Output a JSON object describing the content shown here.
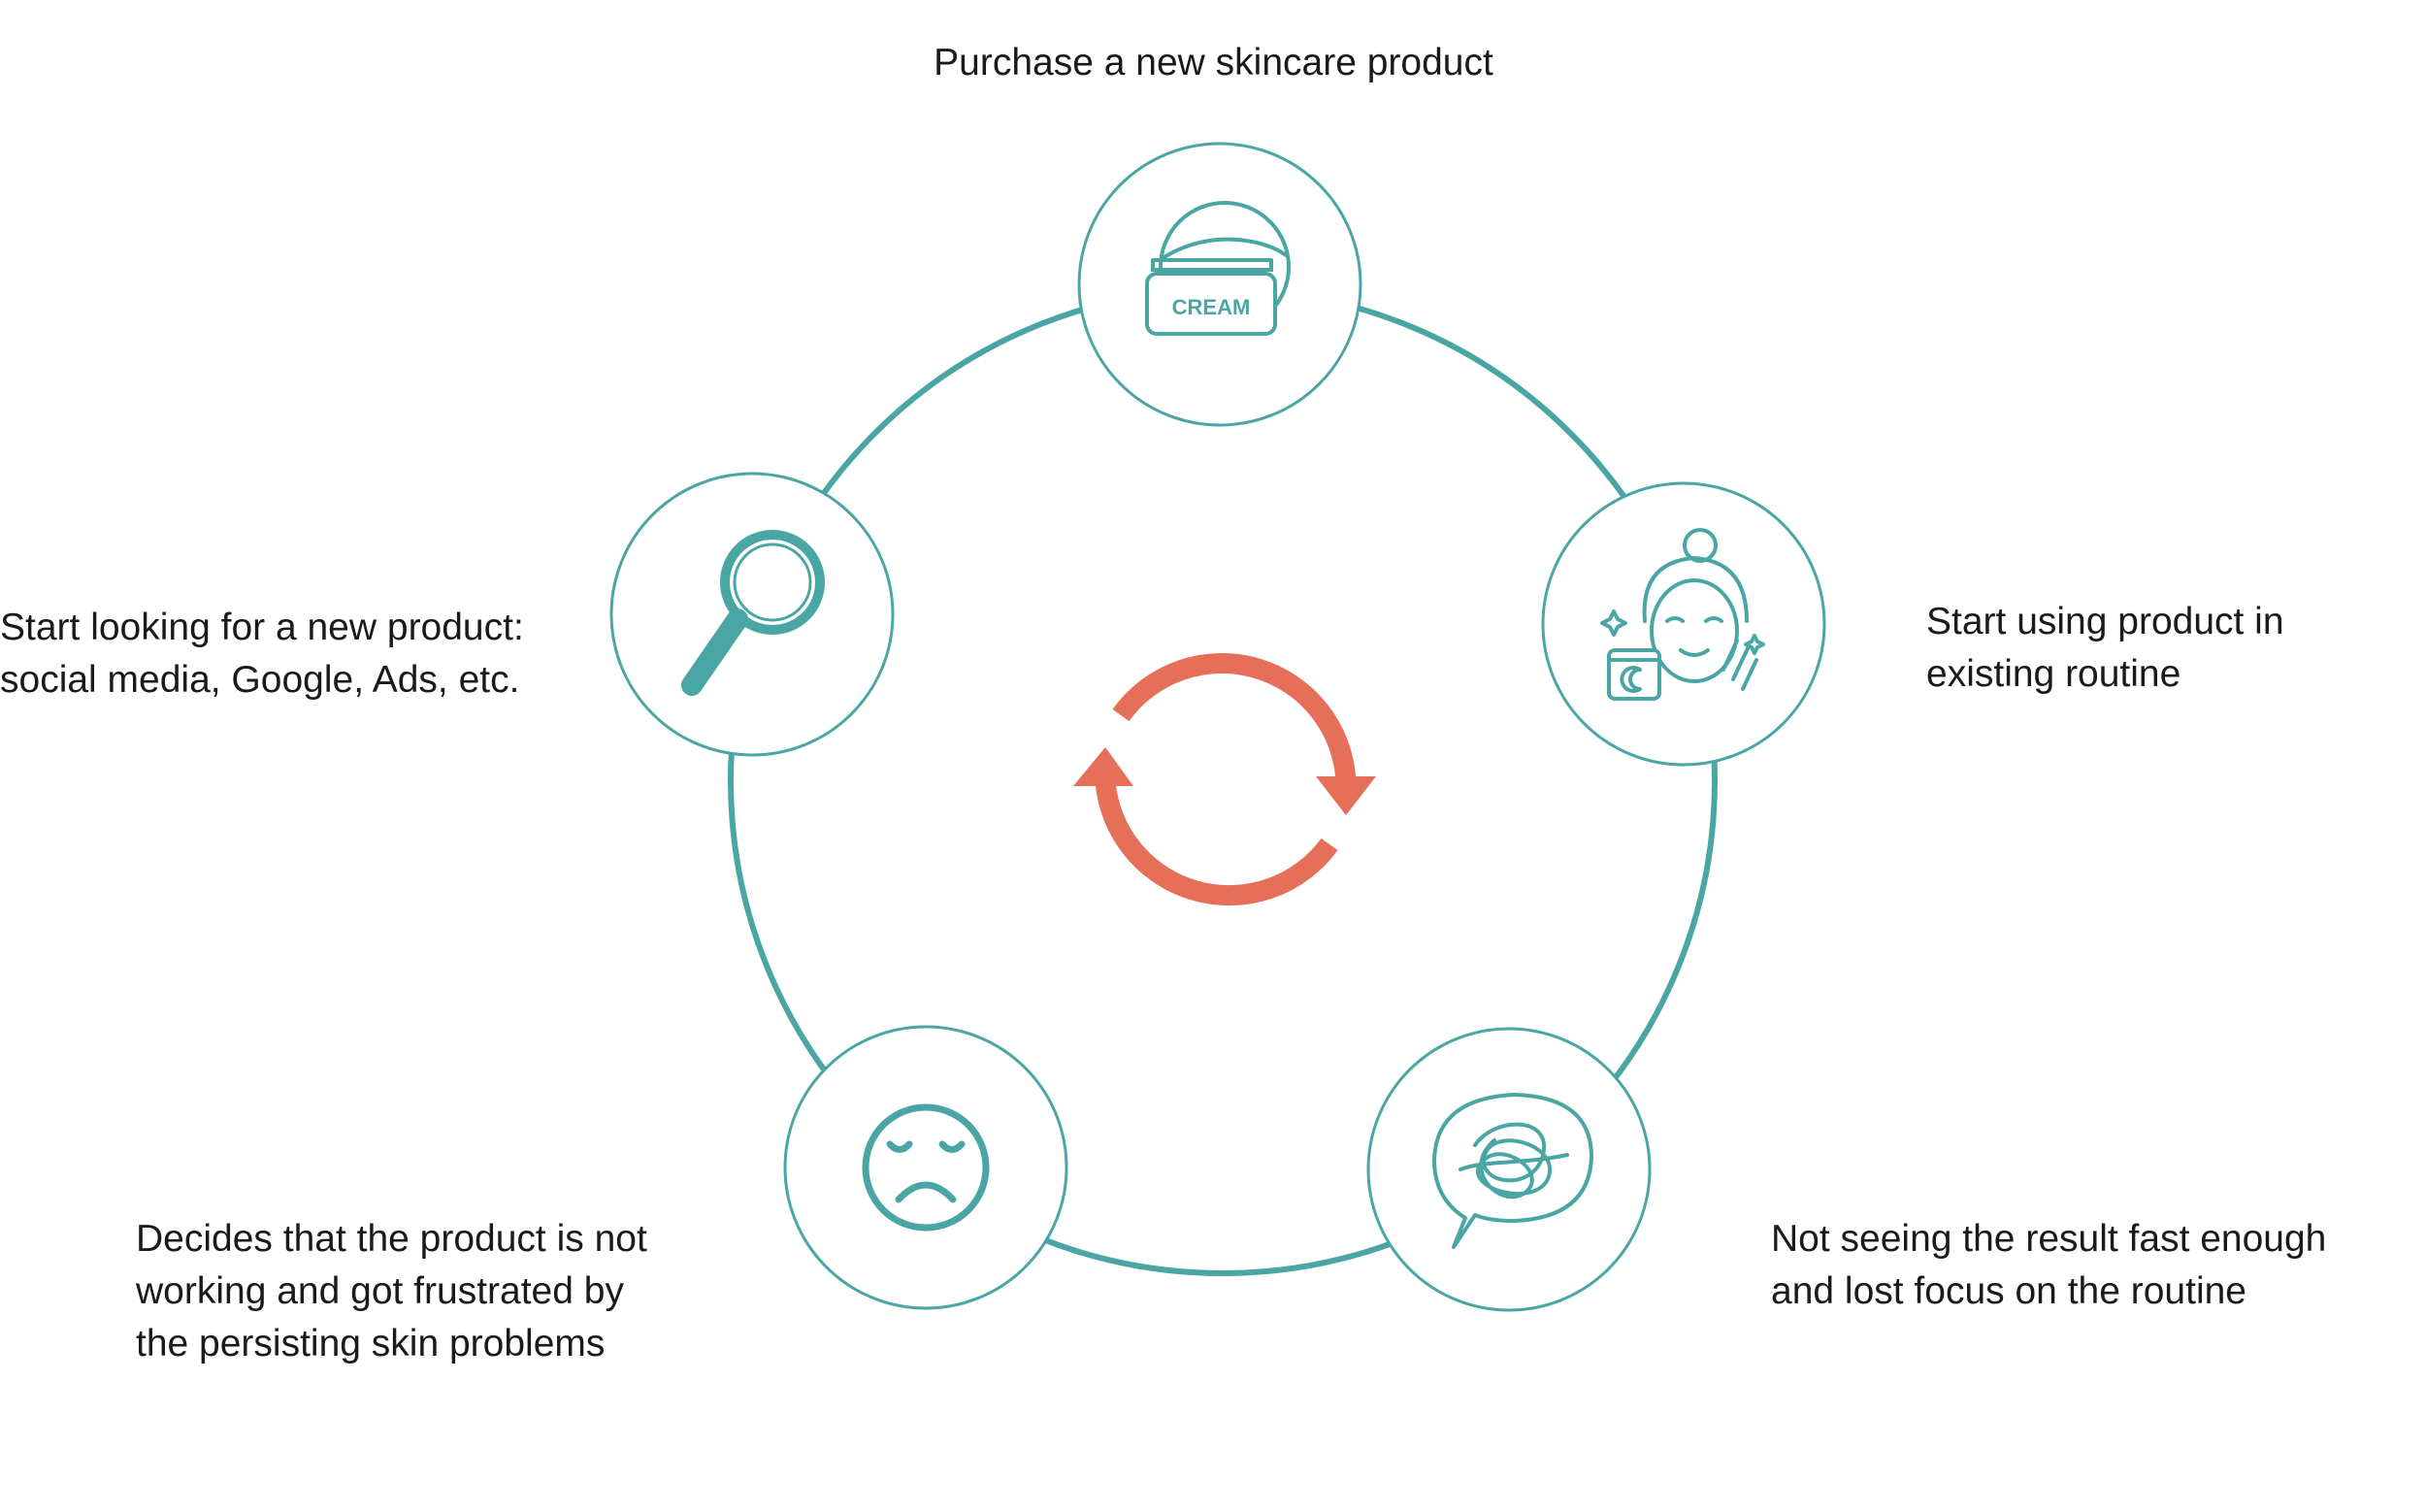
{
  "colors": {
    "teal": "#4aa6a4",
    "coral": "#e66f59",
    "text": "#1a1a1a",
    "background": "#ffffff"
  },
  "center_icon": "refresh-cycle-icon",
  "steps": [
    {
      "id": "purchase",
      "icon": "cream-jar-icon",
      "icon_text": "CREAM",
      "lines": [
        "Purchase a new skincare product"
      ]
    },
    {
      "id": "using",
      "icon": "woman-applying-cream-icon",
      "lines": [
        "Start using product in",
        "existing routine"
      ]
    },
    {
      "id": "not-seeing",
      "icon": "tangled-thought-bubble-icon",
      "lines": [
        "Not seeing the result fast enough",
        "and lost focus on the routine"
      ]
    },
    {
      "id": "decides",
      "icon": "sad-face-icon",
      "lines": [
        "Decides that the product is not",
        "working and got frustrated by",
        "the persisting skin problems"
      ]
    },
    {
      "id": "looking",
      "icon": "magnifying-glass-icon",
      "lines": [
        "Start looking for a new product:",
        "social media, Google, Ads, etc."
      ]
    }
  ]
}
